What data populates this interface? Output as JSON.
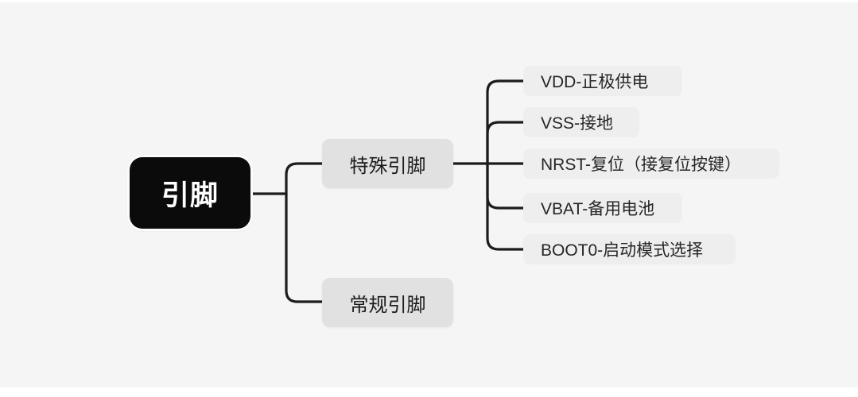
{
  "page": {
    "background_color": "#f5f5f6",
    "frame_color": "#ffffff",
    "connector_color": "#1c1c1c"
  },
  "diagram": {
    "type": "mindmap",
    "root": {
      "label": "引脚",
      "bg": "#0b0b0b",
      "fg": "#ffffff"
    },
    "branches": [
      {
        "label": "特殊引脚",
        "bg": "#e1e1e2",
        "children": [
          "VDD-正极供电",
          "VSS-接地",
          "NRST-复位（接复位按键）",
          "VBAT-备用电池",
          "BOOT0-启动模式选择"
        ]
      },
      {
        "label": "常规引脚",
        "bg": "#e1e1e2",
        "children": []
      }
    ]
  }
}
